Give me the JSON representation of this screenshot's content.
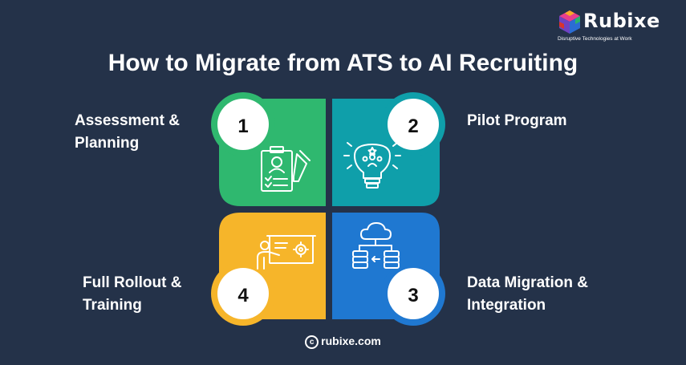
{
  "brand": {
    "name": "Rubixe",
    "tagline": "Disruptive Technologies at Work"
  },
  "title": "How to Migrate from ATS to AI Recruiting",
  "steps": [
    {
      "number": "1",
      "label_line1": "Assessment &",
      "label_line2": "Planning",
      "color": "#2fb86f",
      "icon": "clipboard-user-icon"
    },
    {
      "number": "2",
      "label_line1": "Pilot Program",
      "label_line2": "",
      "color": "#0f9faa",
      "icon": "lightbulb-team-icon"
    },
    {
      "number": "3",
      "label_line1": "Data Migration &",
      "label_line2": "Integration",
      "color": "#1f78d1",
      "icon": "cloud-database-icon"
    },
    {
      "number": "4",
      "label_line1": "Full Rollout &",
      "label_line2": "Training",
      "color": "#f6b52a",
      "icon": "presentation-icon"
    }
  ],
  "footer": {
    "copyright_symbol": "c",
    "site": "rubixe.com"
  },
  "colors": {
    "background": "#243249",
    "text": "#ffffff"
  }
}
